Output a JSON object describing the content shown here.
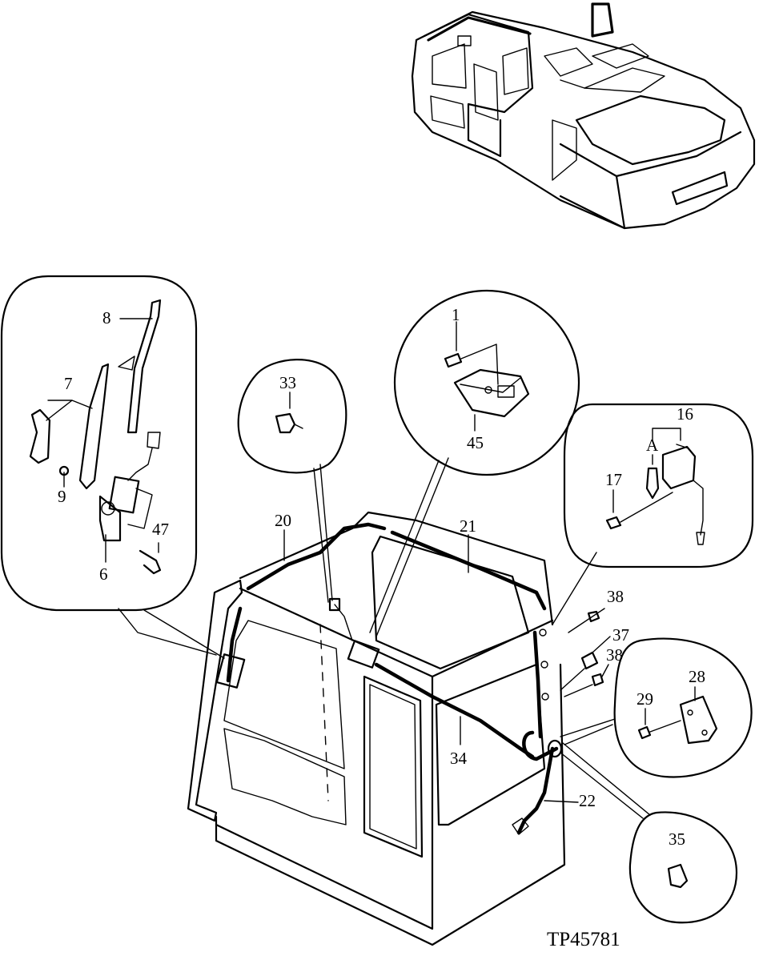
{
  "drawing_ref": "TP45781",
  "callouts": [
    {
      "id": "c8",
      "text": "8"
    },
    {
      "id": "c7",
      "text": "7"
    },
    {
      "id": "c9",
      "text": "9"
    },
    {
      "id": "c47",
      "text": "47"
    },
    {
      "id": "c6",
      "text": "6"
    },
    {
      "id": "c33",
      "text": "33"
    },
    {
      "id": "c1",
      "text": "1"
    },
    {
      "id": "c45",
      "text": "45"
    },
    {
      "id": "c16",
      "text": "16"
    },
    {
      "id": "cA",
      "text": "A"
    },
    {
      "id": "c17",
      "text": "17"
    },
    {
      "id": "c20",
      "text": "20"
    },
    {
      "id": "c21",
      "text": "21"
    },
    {
      "id": "c38a",
      "text": "38"
    },
    {
      "id": "c37",
      "text": "37"
    },
    {
      "id": "c38b",
      "text": "38"
    },
    {
      "id": "c28",
      "text": "28"
    },
    {
      "id": "c29",
      "text": "29"
    },
    {
      "id": "c34",
      "text": "34"
    },
    {
      "id": "c22",
      "text": "22"
    },
    {
      "id": "c35",
      "text": "35"
    }
  ]
}
